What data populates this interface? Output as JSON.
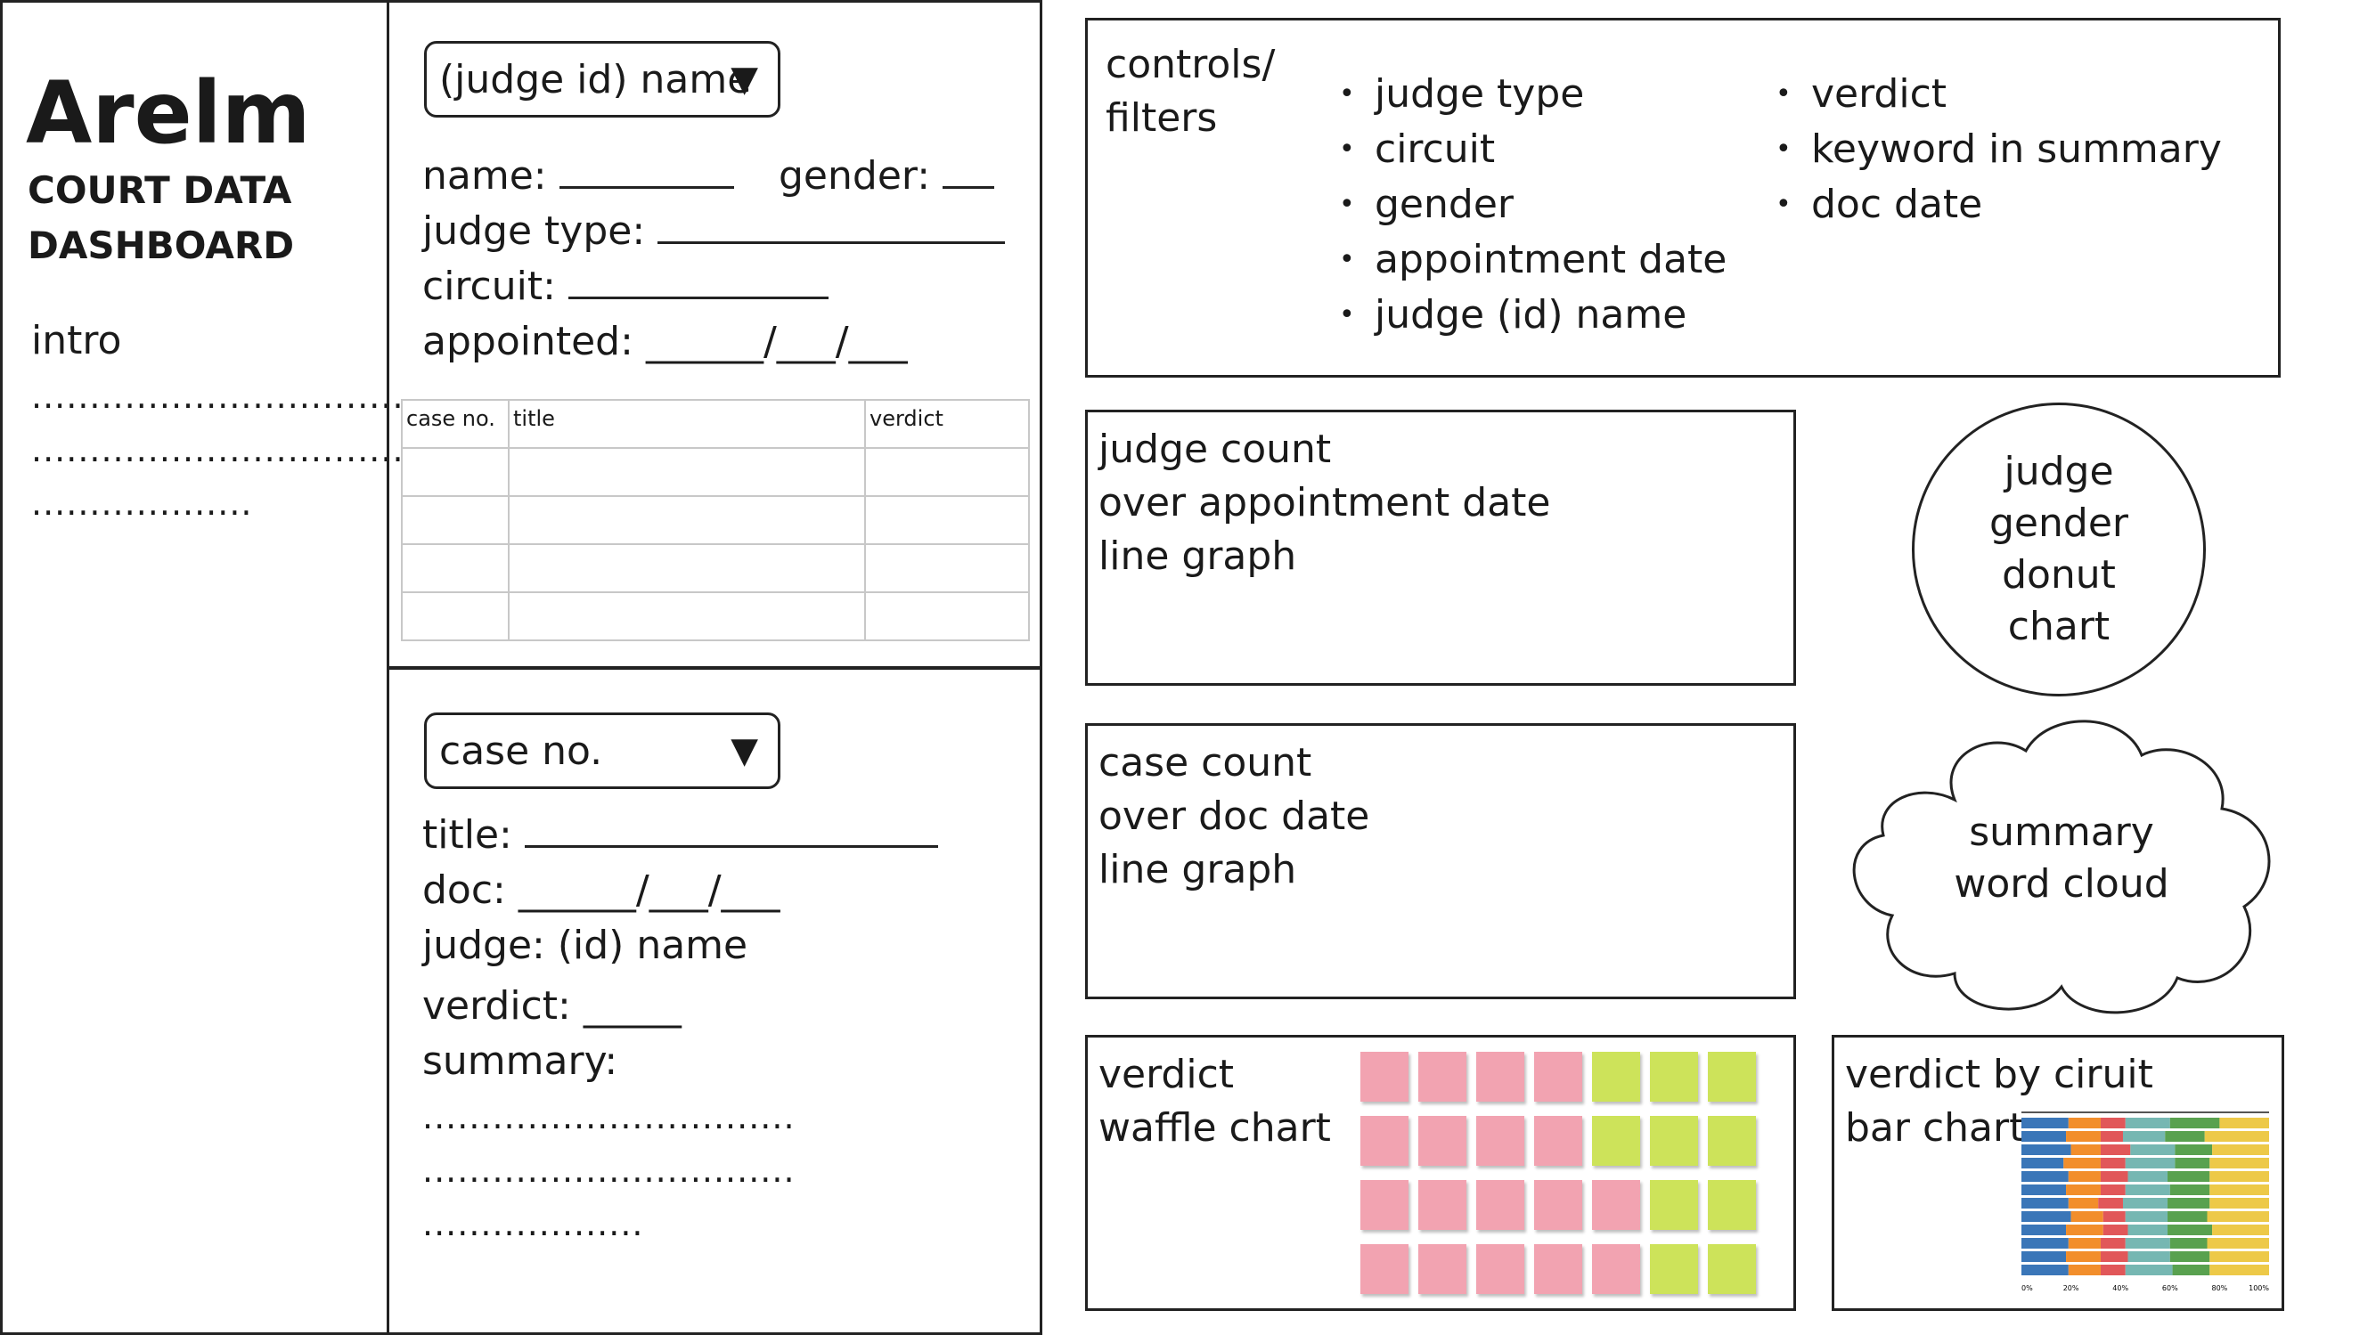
{
  "brand": {
    "name": "Arelm",
    "subtitle_line1": "COURT DATA",
    "subtitle_line2": "DASHBOARD"
  },
  "sidebar": {
    "intro_label": "intro",
    "dots_long": "................................",
    "dots_short": "..................."
  },
  "judge_panel": {
    "dropdown_label": "(judge id) name",
    "caret": "▼",
    "name_label": "name:",
    "gender_label": "gender:",
    "type_label": "judge type:",
    "circuit_label": "circuit:",
    "appointed_label": "appointed:",
    "date_blank": "______/___/___",
    "table": {
      "headers": [
        "case no.",
        "title",
        "verdict"
      ],
      "rows": [
        [
          "",
          "",
          ""
        ],
        [
          "",
          "",
          ""
        ],
        [
          "",
          "",
          ""
        ],
        [
          "",
          "",
          ""
        ]
      ]
    }
  },
  "case_panel": {
    "dropdown_label": "case no.",
    "caret": "▼",
    "title_label": "title:",
    "doc_label": "doc:",
    "date_blank": "______/___/___",
    "judge_label": "judge: (id) name",
    "verdict_label": "verdict:",
    "verdict_blank": "_____",
    "summary_label": "summary:",
    "dots_long": "................................",
    "dots_short": "..................."
  },
  "controls": {
    "title_line1": "controls/",
    "title_line2": "filters",
    "filters_left": [
      "judge type",
      "circuit",
      "gender",
      "appointment date",
      "judge (id) name"
    ],
    "filters_right": [
      "verdict",
      "keyword in summary",
      "doc date"
    ]
  },
  "charts": {
    "judge_count": [
      "judge count",
      "over appointment date",
      "line graph"
    ],
    "case_count": [
      "case count",
      "over doc date",
      "line graph"
    ],
    "donut": [
      "judge",
      "gender",
      "donut",
      "chart"
    ],
    "word_cloud": [
      "summary",
      "word cloud"
    ],
    "waffle": [
      "verdict",
      "waffle chart"
    ],
    "bar": [
      "verdict by ciruit",
      "bar chart"
    ]
  },
  "waffle_grid": {
    "colors": {
      "pink": "#f2a3b1",
      "green": "#cde35a"
    },
    "rows": [
      [
        "pink",
        "pink",
        "pink",
        "pink",
        "green",
        "green",
        "green"
      ],
      [
        "pink",
        "pink",
        "pink",
        "pink",
        "green",
        "green",
        "green"
      ],
      [
        "pink",
        "pink",
        "pink",
        "pink",
        "pink",
        "green",
        "green"
      ],
      [
        "pink",
        "pink",
        "pink",
        "pink",
        "pink",
        "green",
        "green"
      ]
    ]
  },
  "stacked_bar_thumbnail": {
    "segment_colors": [
      "#3a76b8",
      "#f28e2b",
      "#e15759",
      "#76b7b2",
      "#59a14f",
      "#edc948"
    ],
    "bars": [
      [
        0.19,
        0.13,
        0.1,
        0.18,
        0.2,
        0.2
      ],
      [
        0.18,
        0.14,
        0.09,
        0.17,
        0.16,
        0.26
      ],
      [
        0.2,
        0.12,
        0.12,
        0.18,
        0.15,
        0.23
      ],
      [
        0.17,
        0.15,
        0.1,
        0.2,
        0.14,
        0.24
      ],
      [
        0.19,
        0.13,
        0.11,
        0.16,
        0.17,
        0.24
      ],
      [
        0.18,
        0.14,
        0.1,
        0.18,
        0.16,
        0.24
      ],
      [
        0.19,
        0.12,
        0.1,
        0.18,
        0.17,
        0.24
      ],
      [
        0.2,
        0.13,
        0.09,
        0.17,
        0.16,
        0.25
      ],
      [
        0.18,
        0.15,
        0.1,
        0.16,
        0.18,
        0.23
      ],
      [
        0.19,
        0.13,
        0.1,
        0.18,
        0.15,
        0.25
      ],
      [
        0.18,
        0.14,
        0.11,
        0.17,
        0.16,
        0.24
      ],
      [
        0.19,
        0.13,
        0.1,
        0.19,
        0.15,
        0.24
      ]
    ],
    "x_ticks": [
      "0%",
      "20%",
      "40%",
      "60%",
      "80%",
      "100%"
    ]
  }
}
